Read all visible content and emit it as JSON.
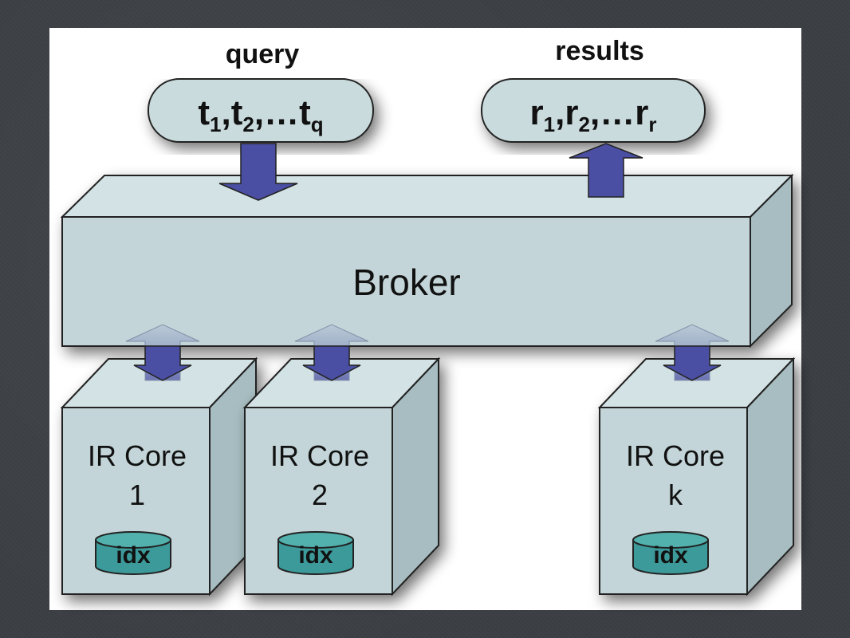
{
  "diagram": {
    "query_label": "query",
    "results_label": "results",
    "query_terms": {
      "t1": "t",
      "t1_sub": "1",
      "sep1": ",",
      "t2": "t",
      "t2_sub": "2",
      "ellipsis": ",…",
      "tq": "t",
      "tq_sub": "q"
    },
    "result_terms": {
      "r1": "r",
      "r1_sub": "1",
      "sep1": ",",
      "r2": "r",
      "r2_sub": "2",
      "ellipsis": ",…",
      "rr": "r",
      "rr_sub": "r"
    },
    "broker_label": "Broker",
    "cores": [
      {
        "line1": "IR Core",
        "line2": "1",
        "index_label": "idx"
      },
      {
        "line1": "IR Core",
        "line2": "2",
        "index_label": "idx"
      },
      {
        "line1": "IR Core",
        "line2": "k",
        "index_label": "idx"
      }
    ]
  },
  "colors": {
    "slide_bg": "#3b3f44",
    "panel_bg": "#ffffff",
    "box_face": "#c3d5d8",
    "box_top": "#d8e6e8",
    "box_side": "#a9bfc3",
    "pill_fill": "#c9dbdd",
    "arrow_dark": "#4a4fa3",
    "arrow_light": "#8fa8c4",
    "idx_fill": "#3d9a9a"
  }
}
